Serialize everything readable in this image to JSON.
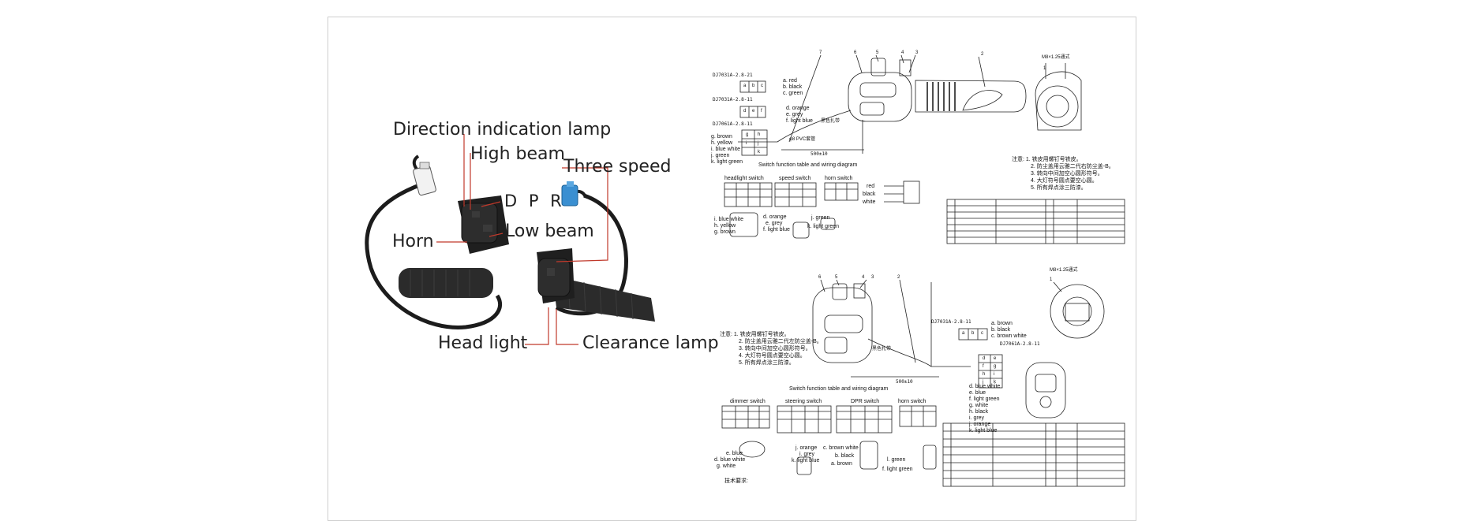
{
  "callouts": {
    "direction_lamp": "Direction indication lamp",
    "high_beam": "High beam",
    "dpr": "D P R",
    "horn": "Horn",
    "low_beam": "Low beam",
    "three_speed": "Three speed",
    "head_light": "Head light",
    "clearance_lamp": "Clearance lamp"
  },
  "drawing_top": {
    "part_no_1": "DJ7031A-2.8-21",
    "part_no_2": "DJ7031A-2.8-11",
    "part_no_3": "DJ7061A-2.8-11",
    "wires_a": [
      "a. red",
      "b. black",
      "c. green"
    ],
    "wires_d": [
      "d. orange",
      "e. grey",
      "f. light blue"
    ],
    "wires_g": [
      "g. brown",
      "h. yellow",
      "i. blue white",
      "j. green",
      "k. light green"
    ],
    "connector_abc": [
      "a",
      "b",
      "c"
    ],
    "connector_def": [
      "d",
      "e",
      "f"
    ],
    "connector_ghijk": [
      "g",
      "h",
      "i",
      "j",
      "k"
    ],
    "table_title": "Switch function table and wiring diagram",
    "sub_headlight": "headlight switch",
    "sub_speed": "speed switch",
    "sub_horn": "horn switch",
    "rbw": [
      "red",
      "black",
      "white"
    ],
    "bottom_wires_1": [
      "i. blue white",
      "h. yellow",
      "g. brown"
    ],
    "bottom_wires_2": [
      "d. orange",
      "e. grey",
      "f. light blue"
    ],
    "bottom_wires_3": [
      "j. green",
      "k. light green"
    ],
    "dim_500": "500±10",
    "dim_m8": "M8×1.25通式",
    "dim_label": "φ8 PVC套管",
    "black_ring": "黑色扎带",
    "parts_nums": [
      "1",
      "2",
      "3",
      "4",
      "5",
      "6",
      "7"
    ]
  },
  "drawing_bottom": {
    "part_no_1": "DJ7031A-2.8-11",
    "part_no_2": "DJ7061A-2.8-11",
    "wires_a": [
      "a. brown",
      "b. black",
      "c. brown white"
    ],
    "wires_d": [
      "d. blue white",
      "e. blue",
      "f. light green",
      "g. white",
      "h. black",
      "i. grey",
      "j. orange",
      "k. light blue"
    ],
    "connector_abc": [
      "a",
      "b",
      "c"
    ],
    "connector_defghijk": [
      "d",
      "e",
      "f",
      "g",
      "h",
      "i",
      "j",
      "k"
    ],
    "table_title": "Switch function table and wiring diagram",
    "sub_dimmer": "dimmer switch",
    "sub_steering": "steering switch",
    "sub_dpr": "DPR switch",
    "sub_horn": "horn switch",
    "bottom_wires_1": [
      "e. blue",
      "d. blue white",
      "g. white"
    ],
    "bottom_wires_2": [
      "j. orange",
      "i. grey",
      "k. light blue"
    ],
    "bottom_wires_3": [
      "c. brown white",
      "b. black",
      "a. brown"
    ],
    "bottom_wires_4": [
      "l. green",
      "f. light green"
    ],
    "dim_500": "500±10",
    "dim_m8": "M8×1.25通式",
    "tech": "技术要求:",
    "black_ring": "黑色扎带",
    "parts_nums": [
      "1",
      "2",
      "3",
      "4",
      "5",
      "6"
    ]
  },
  "notes_top": [
    "注意: 1. 铁皮用螺钉号铁皮。",
    "2. 防尘盖用云雅二代右防尘盖-B。",
    "3. 转向中间加空心圆形符号。",
    "4. 大灯符号圆点要空心圆。",
    "5. 所有焊点涂三防漆。"
  ],
  "notes_bottom": [
    "注意: 1. 铁皮用螺钉号铁皮。",
    "2. 防尘盖用云雅二代左防尘盖-B。",
    "3. 转向中间加空心圆形符号。",
    "4. 大灯符号圆点要空心圆。",
    "5. 所有焊点涂三防漆。"
  ],
  "colors": {
    "line": "#222222",
    "grip": "#2a2a2a",
    "red_lead": "#c0392b"
  }
}
